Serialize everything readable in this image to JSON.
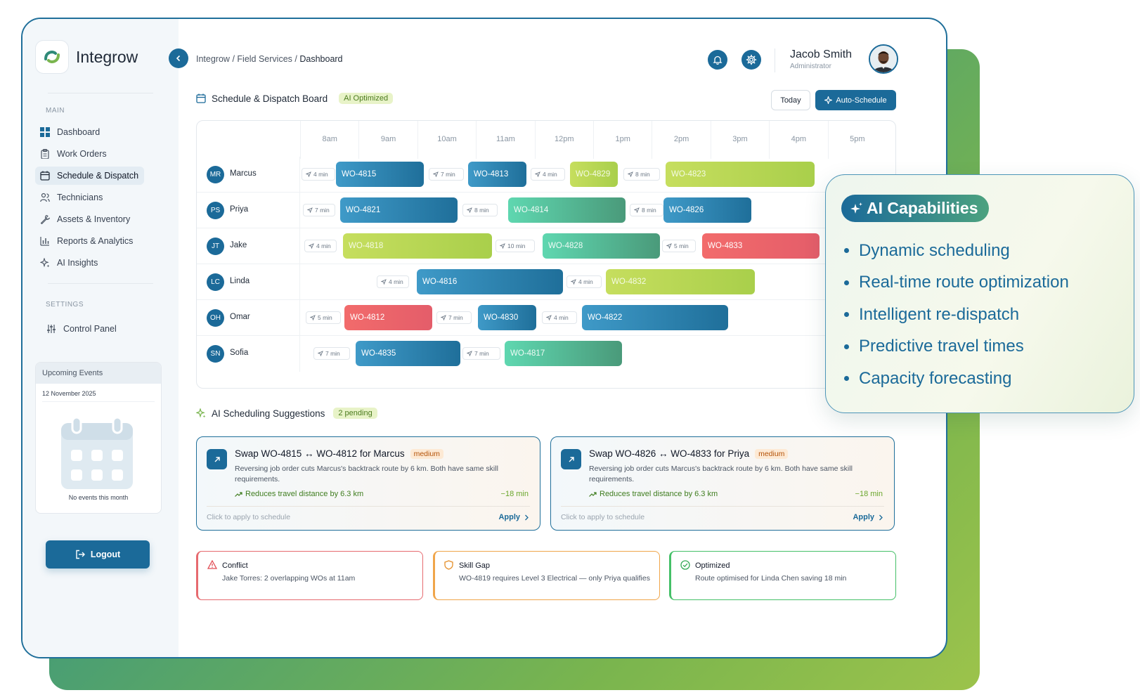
{
  "app": {
    "name": "Integrow"
  },
  "sidebar": {
    "main_label": "MAIN",
    "items": [
      {
        "label": "Dashboard"
      },
      {
        "label": "Work Orders"
      },
      {
        "label": "Schedule & Dispatch"
      },
      {
        "label": "Technicians"
      },
      {
        "label": "Assets & Inventory"
      },
      {
        "label": "Reports & Analytics"
      },
      {
        "label": "AI Insights"
      }
    ],
    "settings_label": "SETTINGS",
    "settings_items": [
      {
        "label": "Control Panel"
      }
    ],
    "events": {
      "title": "Upcoming Events",
      "date": "12 November 2025",
      "empty": "No events this month"
    },
    "logout_label": "Logout"
  },
  "header": {
    "breadcrumb": {
      "part1": "Integrow",
      "part2": "Field Services",
      "current": "Dashboard",
      "sep": "/"
    },
    "user": {
      "name": "Jacob Smith",
      "role": "Administrator"
    }
  },
  "board": {
    "title": "Schedule & Dispatch Board",
    "badge": "AI Optimized",
    "today_label": "Today",
    "auto_label": "Auto-Schedule",
    "hours": [
      "8am",
      "9am",
      "10am",
      "11am",
      "12pm",
      "1pm",
      "2pm",
      "3pm",
      "4pm",
      "5pm"
    ],
    "technicians": [
      {
        "initials": "MR",
        "name": "Marcus",
        "items": [
          {
            "type": "travel",
            "label": "4 min"
          },
          {
            "type": "job",
            "label": "WO-4815",
            "color": "blue"
          },
          {
            "type": "travel",
            "label": "7 min"
          },
          {
            "type": "job",
            "label": "WO-4813",
            "color": "blue"
          },
          {
            "type": "travel",
            "label": "4 min"
          },
          {
            "type": "job",
            "label": "WO-4829",
            "color": "lime"
          },
          {
            "type": "travel",
            "label": "8 min"
          },
          {
            "type": "job",
            "label": "WO-4823",
            "color": "lime"
          }
        ]
      },
      {
        "initials": "PS",
        "name": "Priya",
        "items": [
          {
            "type": "travel",
            "label": "7 min"
          },
          {
            "type": "job",
            "label": "WO-4821",
            "color": "blue"
          },
          {
            "type": "travel",
            "label": "8 min"
          },
          {
            "type": "job",
            "label": "WO-4814",
            "color": "teal"
          },
          {
            "type": "travel",
            "label": "8 min"
          },
          {
            "type": "job",
            "label": "WO-4826",
            "color": "blue"
          }
        ]
      },
      {
        "initials": "JT",
        "name": "Jake",
        "items": [
          {
            "type": "travel",
            "label": "4 min"
          },
          {
            "type": "job",
            "label": "WO-4818",
            "color": "lime"
          },
          {
            "type": "travel",
            "label": "10 min"
          },
          {
            "type": "job",
            "label": "WO-4828",
            "color": "teal"
          },
          {
            "type": "travel",
            "label": "5 min"
          },
          {
            "type": "job",
            "label": "WO-4833",
            "color": "red"
          }
        ]
      },
      {
        "initials": "LC",
        "name": "Linda",
        "items": [
          {
            "type": "travel",
            "label": "4 min"
          },
          {
            "type": "job",
            "label": "WO-4816",
            "color": "blue"
          },
          {
            "type": "travel",
            "label": "4 min"
          },
          {
            "type": "job",
            "label": "WO-4832",
            "color": "lime"
          }
        ]
      },
      {
        "initials": "OH",
        "name": "Omar",
        "items": [
          {
            "type": "travel",
            "label": "5 min"
          },
          {
            "type": "job",
            "label": "WO-4812",
            "color": "red"
          },
          {
            "type": "travel",
            "label": "7 min"
          },
          {
            "type": "job",
            "label": "WO-4830",
            "color": "blue"
          },
          {
            "type": "travel",
            "label": "4 min"
          },
          {
            "type": "job",
            "label": "WO-4822",
            "color": "blue"
          }
        ]
      },
      {
        "initials": "SN",
        "name": "Sofia",
        "items": [
          {
            "type": "travel",
            "label": "7 min"
          },
          {
            "type": "job",
            "label": "WO-4835",
            "color": "blue"
          },
          {
            "type": "travel",
            "label": "7 min"
          },
          {
            "type": "job",
            "label": "WO-4817",
            "color": "teal"
          }
        ]
      }
    ]
  },
  "suggestions": {
    "title": "AI Scheduling Suggestions",
    "pending": "2 pending",
    "cards": [
      {
        "title": "Swap WO-4815 ↔ WO-4812 for Marcus",
        "priority": "medium",
        "desc": "Reversing job order cuts Marcus's backtrack route by 6 km. Both have same skill requirements.",
        "benefit": "Reduces travel distance by 6.3 km",
        "saving": "−18 min",
        "hint": "Click to apply to schedule",
        "apply": "Apply"
      },
      {
        "title": "Swap WO-4826 ↔ WO-4833 for Priya",
        "priority": "medium",
        "desc": "Reversing job order cuts Marcus's backtrack route by 6 km. Both have same skill requirements.",
        "benefit": "Reduces travel distance by 6.3 km",
        "saving": "−18 min",
        "hint": "Click to apply to schedule",
        "apply": "Apply"
      }
    ]
  },
  "alerts": [
    {
      "title": "Conflict",
      "desc": "Jake Torres: 2 overlapping WOs at 11am"
    },
    {
      "title": "Skill Gap",
      "desc": "WO-4819 requires Level 3 Electrical — only Priya qualifies"
    },
    {
      "title": "Optimized",
      "desc": "Route optimised for Linda Chen saving 18 min"
    }
  ],
  "ai_capabilities": {
    "title": "AI Capabilities",
    "items": [
      "Dynamic scheduling",
      "Real-time route optimization",
      "Intelligent re-dispatch",
      "Predictive travel times",
      "Capacity forecasting"
    ]
  },
  "colors": {
    "primary": "#1b6a99",
    "lime": "#b7d957",
    "teal": "#5cc9a3",
    "red": "#ee6468"
  }
}
